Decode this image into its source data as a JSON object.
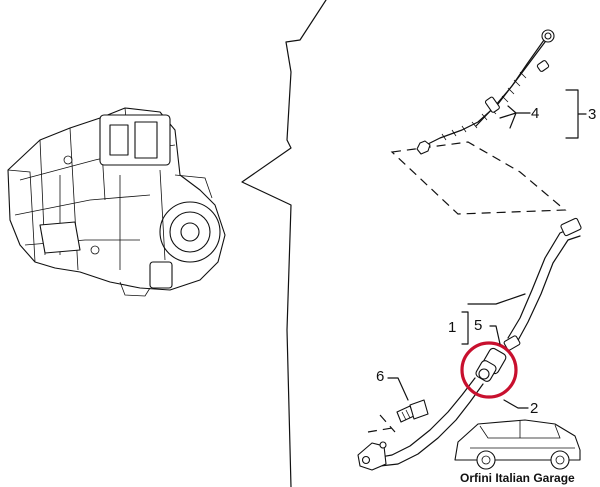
{
  "callouts": {
    "c1": "1",
    "c2": "2",
    "c3": "3",
    "c4": "4",
    "c5": "5",
    "c6": "6"
  },
  "watermark": {
    "text": "Orfini Italian Garage"
  },
  "colors": {
    "line": "#111111",
    "highlight": "#c8102e",
    "background": "#ffffff"
  }
}
